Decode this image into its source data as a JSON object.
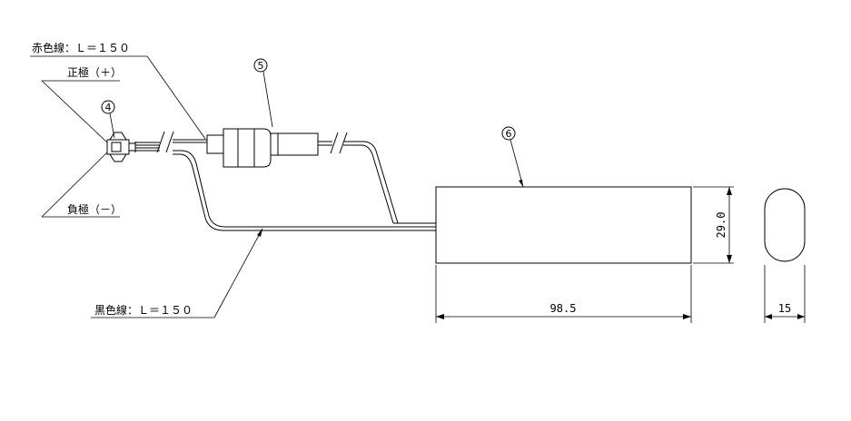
{
  "labels": {
    "red_wire": "赤色線：Ｌ＝１５０",
    "black_wire": "黒色線：Ｌ＝１５０",
    "positive": "正極（＋）",
    "negative": "負極（－）"
  },
  "callouts": {
    "connector": "4",
    "fuse": "5",
    "battery": "6"
  },
  "dimensions": {
    "length": "98.5",
    "height": "29.0",
    "width": "15"
  }
}
